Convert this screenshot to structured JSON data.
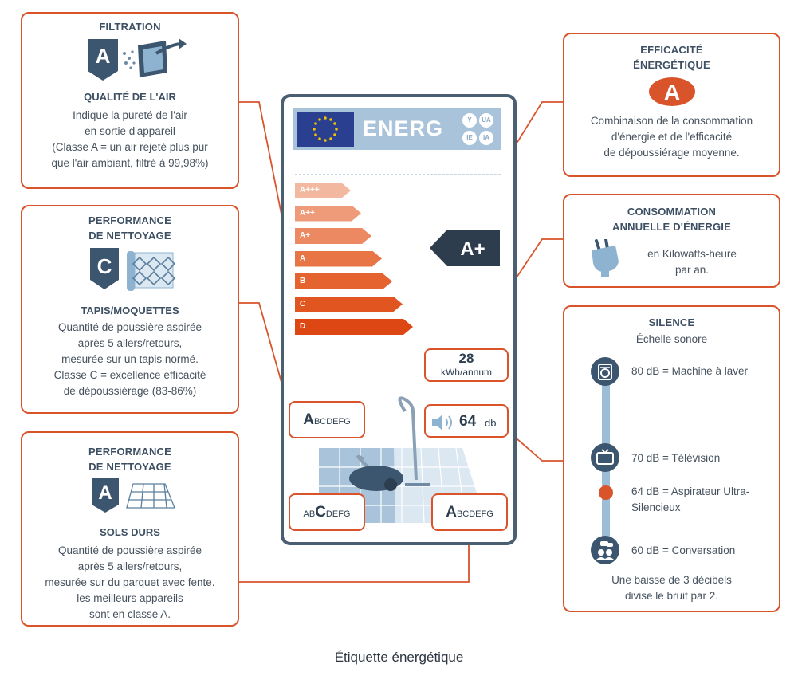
{
  "filtration": {
    "title": "FILTRATION",
    "class_letter": "A",
    "subtitle": "QUALITÉ DE L'AIR",
    "lines": [
      "Indique la pureté de l'air",
      "en sortie d'appareil",
      "(Classe A = un air rejeté plus pur",
      "que l'air ambiant, filtré à 99,98%)"
    ]
  },
  "carpet": {
    "title_line1": "PERFORMANCE",
    "title_line2": "DE NETTOYAGE",
    "class_letter": "C",
    "subtitle": "TAPIS/MOQUETTES",
    "lines": [
      "Quantité de poussière aspirée",
      "après 5 allers/retours,",
      "mesurée sur un tapis normé.",
      "Classe C = excellence efficacité",
      "de dépoussiérage (83-86%)"
    ]
  },
  "hardfloor": {
    "title_line1": "PERFORMANCE",
    "title_line2": "DE NETTOYAGE",
    "class_letter": "A",
    "subtitle": "SOLS DURS",
    "lines": [
      "Quantité de poussière aspirée",
      "après 5 allers/retours,",
      "mesurée sur du parquet avec fente.",
      "les meilleurs appareils",
      "sont en classe A."
    ]
  },
  "efficiency": {
    "title_line1": "EFFICACITÉ",
    "title_line2": "ÉNERGÉTIQUE",
    "class_letter": "A",
    "lines": [
      "Combinaison de la consommation",
      "d'énergie et de l'efficacité",
      "de dépoussiérage moyenne."
    ]
  },
  "consumption": {
    "title_line1": "CONSOMMATION",
    "title_line2": "ANNUELLE D'ÉNERGIE",
    "lines": [
      "en Kilowatts-heure",
      "par an."
    ]
  },
  "silence": {
    "title": "SILENCE",
    "subtitle": "Échelle sonore",
    "levels": [
      {
        "label": "80 dB = Machine à laver",
        "icon": "washing-machine-icon"
      },
      {
        "label": "70 dB = Télévision",
        "icon": "television-icon"
      },
      {
        "label_line1": "64 dB = Aspirateur Ultra-",
        "label_line2": "Silencieux",
        "icon": "current-level-dot"
      },
      {
        "label": "60 dB = Conversation",
        "icon": "conversation-icon"
      }
    ],
    "footer_line1": "Une baisse de 3 décibels",
    "footer_line2": "divise le bruit par 2."
  },
  "label": {
    "header_word": "ENERG",
    "lang_codes": [
      "Y",
      "UA",
      "IE",
      "IA"
    ],
    "classes": [
      "A+++",
      "A++",
      "A+",
      "A",
      "B",
      "C",
      "D"
    ],
    "class_colors": [
      "#f3b9a0",
      "#ef9b7a",
      "#ec8962",
      "#e77546",
      "#e4632f",
      "#e05520",
      "#dc4713"
    ],
    "rating": "A+",
    "kwh_value": "28",
    "kwh_unit": "kWh/annum",
    "noise_value": "64",
    "noise_unit": "db",
    "filtration_scale_first": "A",
    "filtration_scale_rest": "BCDEFG",
    "carpet_scale_before": "AB",
    "carpet_scale_selected": "C",
    "carpet_scale_after": "DEFG",
    "hardfloor_scale_first": "A",
    "hardfloor_scale_rest": "BCDEFG"
  },
  "caption": "Étiquette énergétique"
}
